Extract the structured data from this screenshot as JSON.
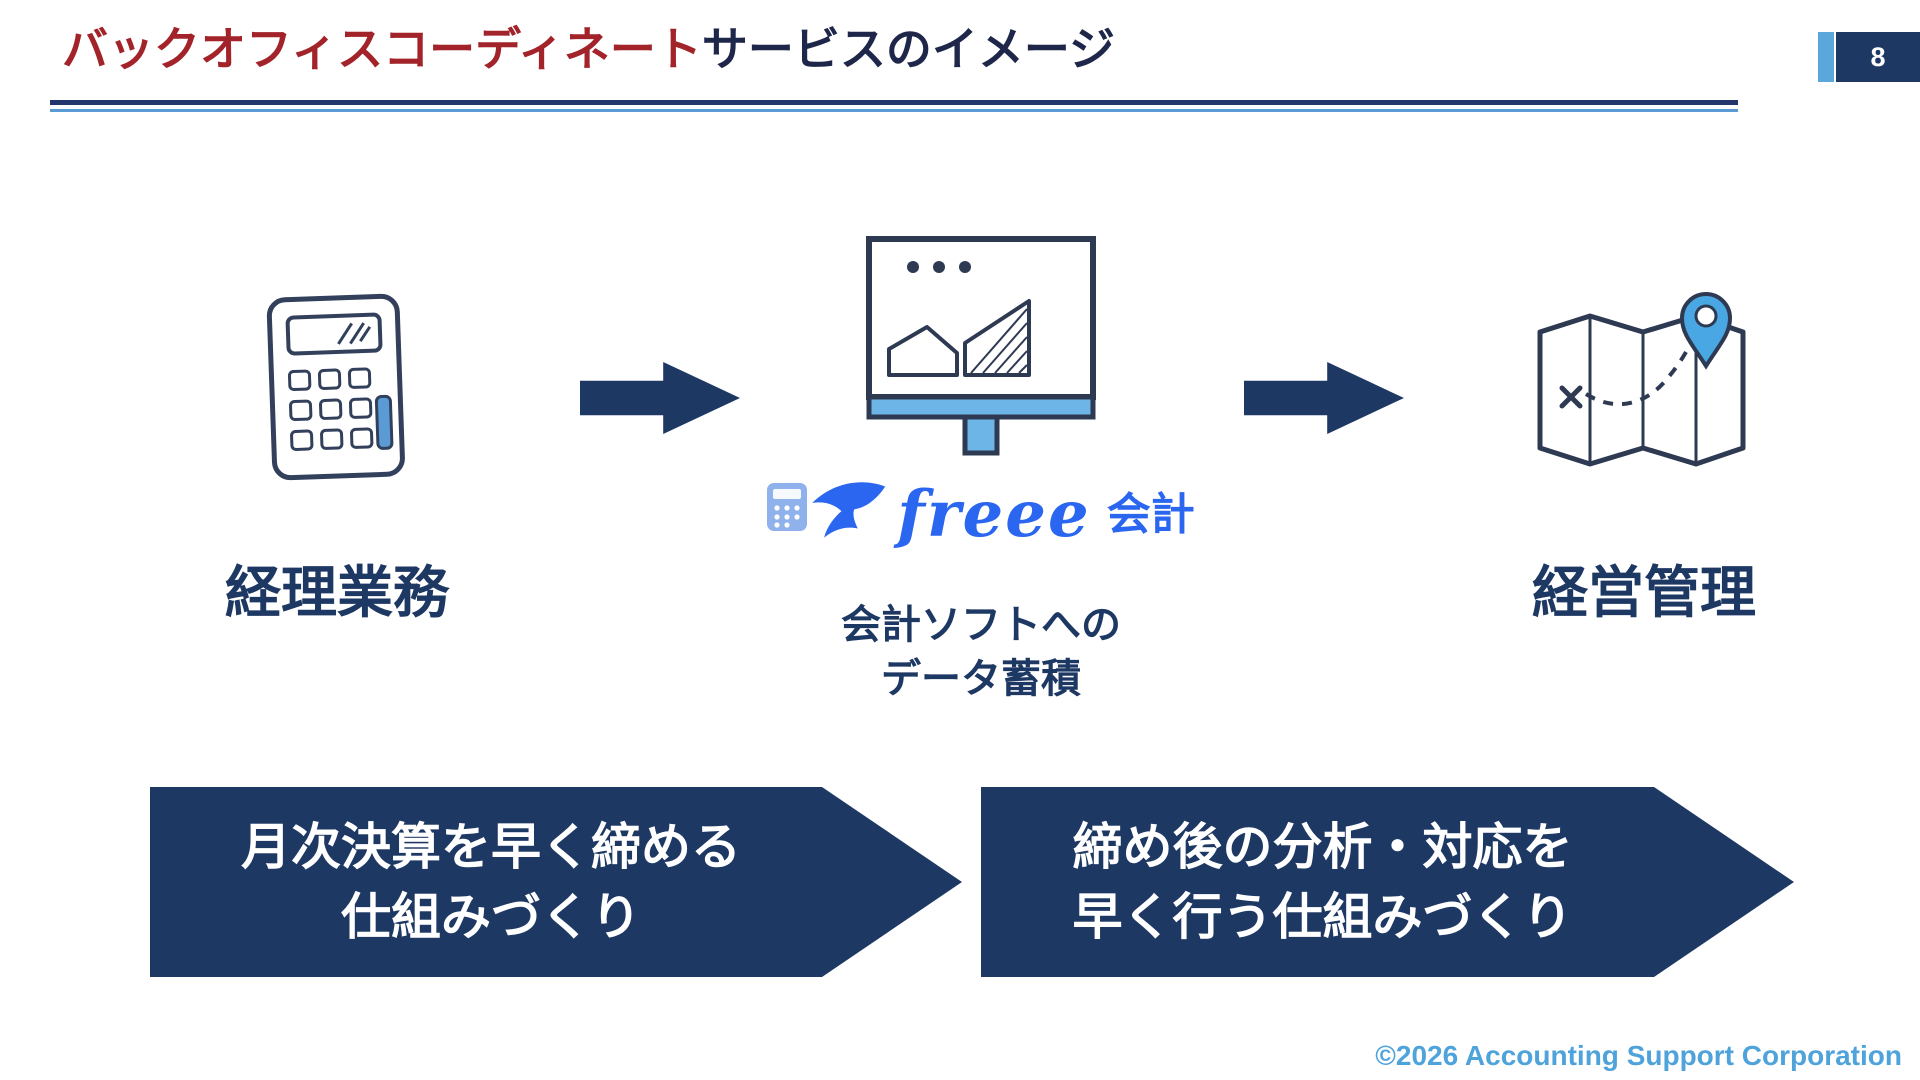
{
  "slide": {
    "title": {
      "highlight": "バックオフィスコーディネート",
      "rest": "サービスのイメージ"
    },
    "page_number": "8",
    "flow": {
      "left": {
        "label": "経理業務",
        "icon": "calculator-icon"
      },
      "center": {
        "icon": "monitor-chart-icon",
        "logo": {
          "brand": "freee",
          "suffix": "会計",
          "icons": [
            "calculator-icon",
            "swallow-icon"
          ]
        },
        "caption": {
          "line1": "会計ソフトへの",
          "line2": "データ蓄積"
        }
      },
      "right": {
        "label": "経営管理",
        "icon": "map-pin-icon"
      },
      "arrow_icon": "right-arrow-icon"
    },
    "banners": [
      {
        "line1": "月次決算を早く締める",
        "line2": "仕組みづくり"
      },
      {
        "line1": "締め後の分析・対応を",
        "line2": "早く行う仕組みづくり"
      }
    ],
    "footer": "©2026 Accounting Support Corporation",
    "colors": {
      "navy": "#1E3864",
      "title_red": "#A2242A",
      "title_dark": "#1E2749",
      "accent_blue": "#5B9BD5",
      "freee_blue": "#2B66F0",
      "footer_blue": "#4FA3DB"
    }
  }
}
